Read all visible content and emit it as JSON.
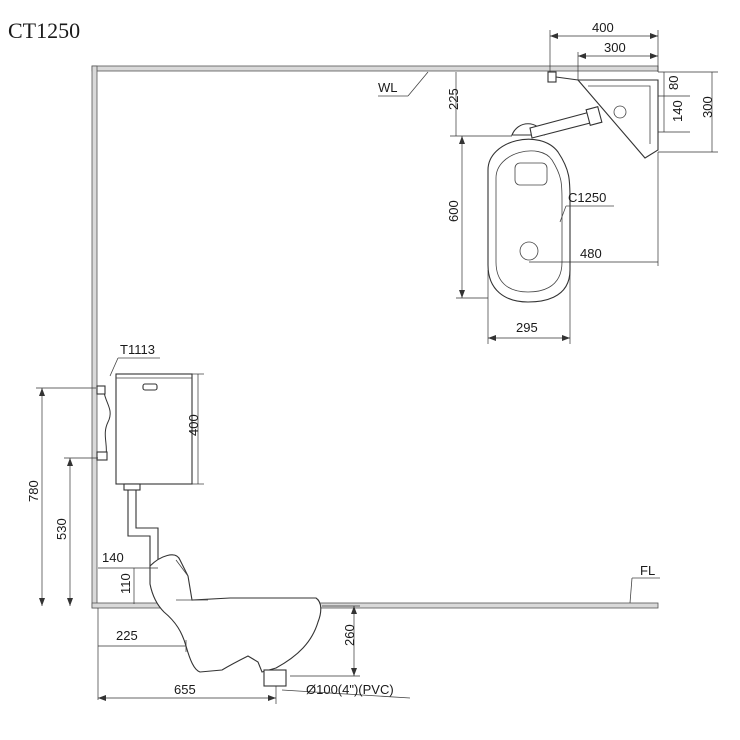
{
  "title": "CT1250",
  "labels": {
    "wall_level": "WL",
    "floor_level": "FL",
    "bowl_model": "C1250",
    "tank_model": "T1113",
    "outlet": "Ø100(4\")(PVC)"
  },
  "dimensions": {
    "top_400": "400",
    "top_300": "300",
    "right_80": "80",
    "right_140": "140",
    "right_300": "300",
    "left_225": "225",
    "left_600": "600",
    "width_480": "480",
    "bottom_295": "295",
    "tank_400": "400",
    "height_780": "780",
    "height_530": "530",
    "offset_140": "140",
    "offset_110": "110",
    "bottom_225": "225",
    "depth_260": "260",
    "length_655": "655"
  }
}
